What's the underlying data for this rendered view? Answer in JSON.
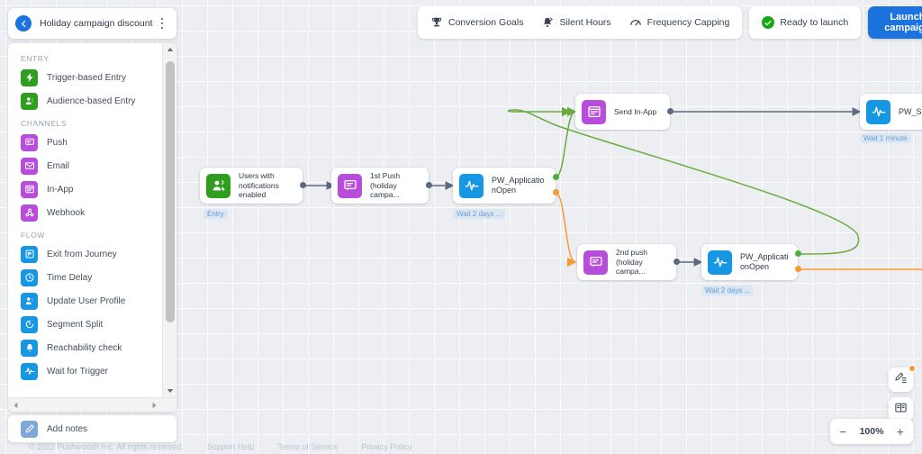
{
  "header": {
    "title": "Holiday campaign discount",
    "back_icon": "back-arrow-icon",
    "menu_icon": "kebab-menu-icon"
  },
  "toolbar": {
    "items": [
      {
        "label": "Conversion Goals",
        "icon": "trophy-icon"
      },
      {
        "label": "Silent Hours",
        "icon": "bell-off-icon"
      },
      {
        "label": "Frequency Capping",
        "icon": "gauge-icon"
      }
    ],
    "status": {
      "label": "Ready to launch",
      "icon": "check-circle-icon",
      "color": "#19a519"
    },
    "launch_button": {
      "label": "Launch campaign",
      "color": "#1d73dd"
    }
  },
  "sidebar": {
    "sections": [
      {
        "title": "ENTRY",
        "items": [
          {
            "label": "Trigger-based Entry",
            "icon": "lightning-icon",
            "color": "#2f9e1f"
          },
          {
            "label": "Audience-based Entry",
            "icon": "users-icon",
            "color": "#2f9e1f"
          }
        ]
      },
      {
        "title": "CHANNELS",
        "items": [
          {
            "label": "Push",
            "icon": "push-message-icon",
            "color": "#b94ddb"
          },
          {
            "label": "Email",
            "icon": "envelope-icon",
            "color": "#b94ddb"
          },
          {
            "label": "In-App",
            "icon": "in-app-window-icon",
            "color": "#b94ddb"
          },
          {
            "label": "Webhook",
            "icon": "webhook-icon",
            "color": "#b94ddb"
          }
        ]
      },
      {
        "title": "FLOW",
        "items": [
          {
            "label": "Exit from Journey",
            "icon": "exit-flag-icon",
            "color": "#1597e4"
          },
          {
            "label": "Time Delay",
            "icon": "clock-icon",
            "color": "#1597e4"
          },
          {
            "label": "Update User Profile",
            "icon": "user-edit-icon",
            "color": "#1597e4"
          },
          {
            "label": "Segment Split",
            "icon": "split-circle-icon",
            "color": "#1597e4"
          },
          {
            "label": "Reachability check",
            "icon": "reachability-bell-icon",
            "color": "#1597e4"
          },
          {
            "label": "Wait for Trigger",
            "icon": "pulse-wave-icon",
            "color": "#1597e4"
          }
        ]
      }
    ],
    "notes": {
      "label": "Add notes",
      "icon": "note-pencil-icon"
    }
  },
  "canvas": {
    "nodes": [
      {
        "id": "entry",
        "label": "Users with notifications enabled",
        "icon": "users-icon",
        "color": "#2f9e1f",
        "chip": "Entry"
      },
      {
        "id": "push1",
        "label": "1st Push (holiday campa...",
        "icon": "push-message-icon",
        "color": "#b94ddb",
        "chip": ""
      },
      {
        "id": "wait1",
        "label": "PW_ApplicationOpen",
        "icon": "pulse-wave-icon",
        "color": "#1597e4",
        "chip": "Wait 2 days ..."
      },
      {
        "id": "inapp",
        "label": "Send In-App",
        "icon": "in-app-window-icon",
        "color": "#b94ddb",
        "chip": ""
      },
      {
        "id": "wait3",
        "label": "PW_Sc pen",
        "icon": "pulse-wave-icon",
        "color": "#1597e4",
        "chip": "Wait 1 minute"
      },
      {
        "id": "push2",
        "label": "2nd push (holiday campa...",
        "icon": "push-message-icon",
        "color": "#b94ddb",
        "chip": ""
      },
      {
        "id": "wait2",
        "label": "PW_ApplicationOpen",
        "icon": "pulse-wave-icon",
        "color": "#1597e4",
        "chip": "Wait 2 days ..."
      }
    ],
    "edge_colors": {
      "default": "#5b6a80",
      "success": "#6aab3c",
      "timeout": "#f79a36"
    },
    "controls": {
      "pen_icon": "pen-list-icon",
      "book_icon": "book-icon",
      "zoom_out": "−",
      "zoom_level": "100%",
      "zoom_in": "+"
    }
  },
  "footer": {
    "copyright": "© 2022 Pushwoosh Inc. All rights reserved.",
    "links": [
      "Support Help",
      "Terms of Service",
      "Privacy Policy"
    ]
  }
}
